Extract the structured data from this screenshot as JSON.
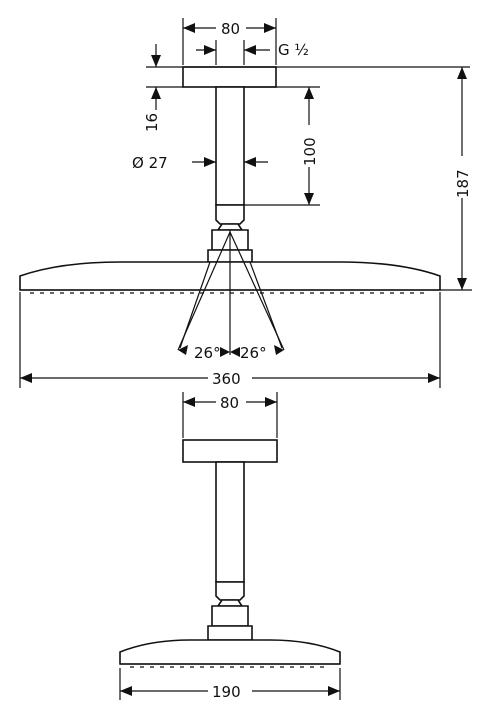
{
  "side_view": {
    "dim_flange_width": "80",
    "dim_thread": "G ½",
    "dim_flange_height": "16",
    "dim_arm_diameter": "Ø 27",
    "dim_arm_length": "100",
    "dim_total_height": "187",
    "dim_angle_left": "26°",
    "dim_angle_right": "26°",
    "dim_head_width": "360"
  },
  "front_view": {
    "dim_flange_width": "80",
    "dim_head_width": "190"
  }
}
